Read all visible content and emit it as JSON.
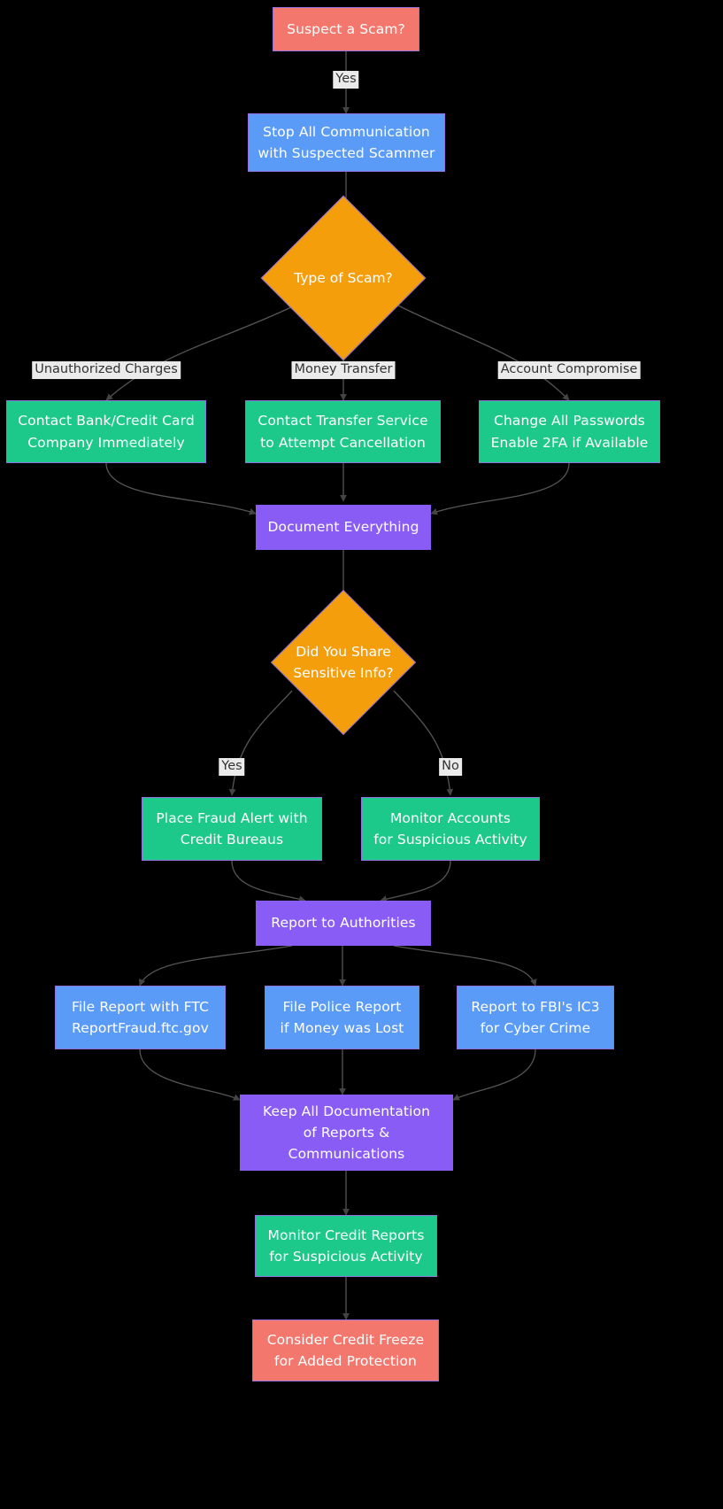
{
  "diagram": {
    "title": "Scam Response Flowchart",
    "type": "flowchart",
    "background": "#000000",
    "colors": {
      "start": "#F4776D",
      "action_blue": "#5B9BF8",
      "action_green": "#1DC98A",
      "process_purple": "#8A5CF6",
      "decision_orange": "#F59E0B",
      "edge": "#555555",
      "edge_label_bg": "#ebebeb",
      "node_border": "#9370DB"
    }
  },
  "nodes": {
    "suspect_scam": "Suspect a Scam?",
    "stop_communication": "Stop All Communication\nwith Suspected Scammer",
    "type_of_scam": "Type of Scam?",
    "contact_bank": "Contact Bank/Credit Card\nCompany Immediately",
    "contact_transfer": "Contact Transfer Service\nto Attempt Cancellation",
    "change_passwords": "Change All Passwords\nEnable 2FA if Available",
    "document_everything": "Document Everything",
    "did_you_share": "Did You Share\nSensitive Info?",
    "place_fraud_alert": "Place Fraud Alert with\nCredit Bureaus",
    "monitor_accounts": "Monitor Accounts\nfor Suspicious Activity",
    "report_authorities": "Report to Authorities",
    "file_ftc": "File Report with FTC\nReportFraud.ftc.gov",
    "file_police": "File Police Report\nif Money was Lost",
    "report_fbi": "Report to FBI's IC3\nfor Cyber Crime",
    "keep_documentation": "Keep All Documentation\nof Reports &\nCommunications",
    "monitor_credit": "Monitor Credit Reports\nfor Suspicious Activity",
    "credit_freeze": "Consider Credit Freeze\nfor Added Protection"
  },
  "edge_labels": {
    "yes_start": "Yes",
    "unauthorized_charges": "Unauthorized Charges",
    "money_transfer": "Money Transfer",
    "account_compromise": "Account Compromise",
    "yes_share": "Yes",
    "no_share": "No"
  }
}
